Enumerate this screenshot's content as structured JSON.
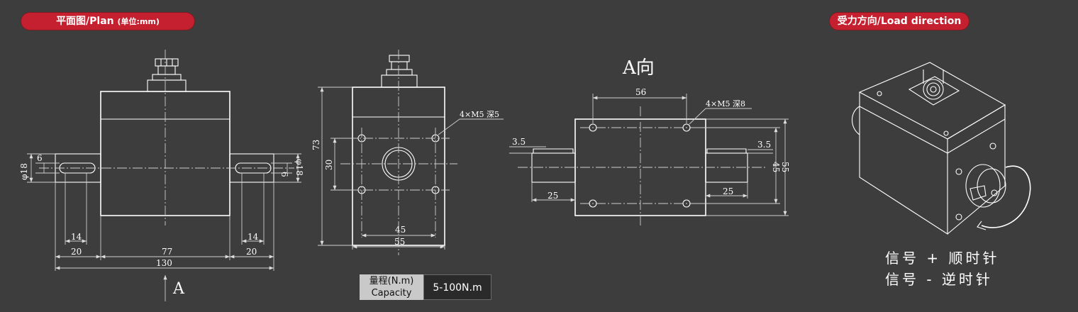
{
  "header": {
    "plan_label": "平面图/Plan",
    "plan_unit": "(单位:mm)",
    "load_label": "受力方向/Load direction"
  },
  "front_view": {
    "dim_shaft_dia_left": "φ18",
    "dim_key_left": "6",
    "dim_shaft_dia_right": "φ18",
    "dim_key_right": "6",
    "dim_key_len_left": "14",
    "dim_shaft_len_left": "20",
    "dim_key_len_right": "14",
    "dim_shaft_len_right": "20",
    "dim_body": "77",
    "dim_total": "130",
    "view_arrow_label": "A"
  },
  "side_view": {
    "thread_note": "4×M5 深5",
    "dim_height": "73",
    "dim_hole_pitch_v": "30",
    "dim_hole_pitch_h": "45",
    "dim_width": "55"
  },
  "a_view": {
    "title": "A向",
    "dim_top_pitch": "56",
    "thread_note": "4×M5 深8",
    "dim_key_depth_left": "3.5",
    "dim_key_depth_right": "3.5",
    "dim_key_len_left": "25",
    "dim_key_len_right": "25",
    "dim_hole_pitch_v": "45",
    "dim_height": "55"
  },
  "capacity": {
    "label_cn": "量程(N.m)",
    "label_en": "Capacity",
    "value": "5-100N.m"
  },
  "signals": {
    "positive": "信号 + 顺时针",
    "negative": "信号 - 逆时针"
  },
  "colors": {
    "background": "#3d3d3d",
    "pill": "#c4202f",
    "lines": "#ffffff"
  }
}
